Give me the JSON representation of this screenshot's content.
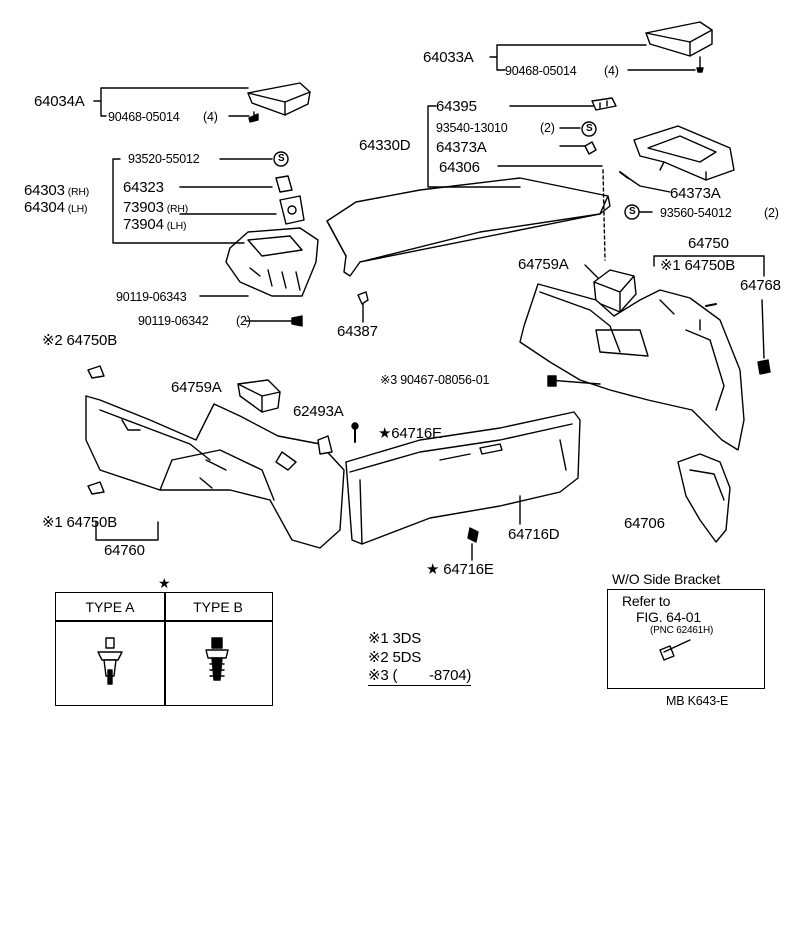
{
  "part_labels": {
    "p64033A": "64033A",
    "p90468_05014_a": "90468-05014",
    "p90468_05014_a_qty": "(4)",
    "p64034A": "64034A",
    "p90468_05014_b": "90468-05014",
    "p90468_05014_b_qty": "(4)",
    "p64395": "64395",
    "p93540_13010": "93540-13010",
    "p93540_13010_qty": "(2)",
    "p64330D": "64330D",
    "p64373A_a": "64373A",
    "p64306": "64306",
    "p64373A_b": "64373A",
    "p93560_54012": "93560-54012",
    "p93560_54012_qty": "(2)",
    "p93520_55012": "93520-55012",
    "p64303": "64303",
    "p64303_side": "(RH)",
    "p64304": "64304",
    "p64304_side": "(LH)",
    "p64323": "64323",
    "p73903": "73903",
    "p73903_side": "(RH)",
    "p73904": "73904",
    "p73904_side": "(LH)",
    "p90119_06343": "90119-06343",
    "p90119_06342": "90119-06342",
    "p90119_06342_qty": "(2)",
    "p64387": "64387",
    "p64759A_a": "64759A",
    "p64750": "64750",
    "p64750B_a": "※1 64750B",
    "p64768": "64768",
    "p64750B_b": "※2 64750B",
    "p90467_08056": "※3 90467-08056-01",
    "p64759A_b": "64759A",
    "p62493A": "62493A",
    "p64716E_a": "★64716E",
    "p64716D": "64716D",
    "p64706": "64706",
    "p64750B_c": "※1 64750B",
    "p64760": "64760",
    "p64716E_b": "★ 64716E"
  },
  "clip_table": {
    "star": "★",
    "type_a": "TYPE A",
    "type_b": "TYPE B"
  },
  "footnotes": [
    {
      "mark": "※1",
      "text": "3DS"
    },
    {
      "mark": "※2",
      "text": "5DS"
    },
    {
      "mark": "※3",
      "text": "(        -8704)"
    }
  ],
  "side_note": {
    "heading": "W/O Side Bracket",
    "line1": "Refer to",
    "line2": "FIG. 64-01",
    "line3": "(PNC 62461H)"
  },
  "figure_code": "MB  K643-E",
  "icons": {
    "circle_s": "S"
  }
}
